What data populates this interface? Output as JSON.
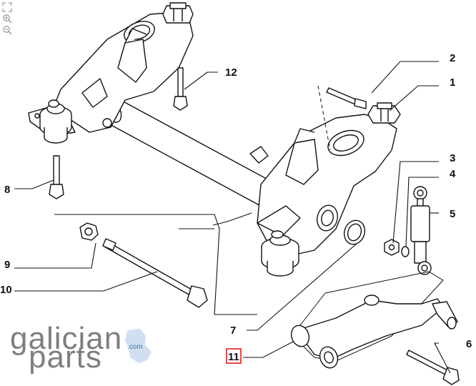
{
  "toolbar": {
    "icons": [
      "fullscreen-icon",
      "zoom-in-icon",
      "zoom-out-icon"
    ]
  },
  "callouts": {
    "c1": "1",
    "c2": "2",
    "c3": "3",
    "c4": "4",
    "c5": "5",
    "c6": "6",
    "c7": "7",
    "c8": "8",
    "c9": "9",
    "c10": "10",
    "c11": "11",
    "c12": "12"
  },
  "highlight": {
    "callout": "11",
    "color": "#e02020"
  },
  "watermark": {
    "line1": "galician",
    "line2": "parts",
    "suffix": ".com",
    "grey": "#8a8a8a",
    "blue": "#5b8fd0"
  }
}
